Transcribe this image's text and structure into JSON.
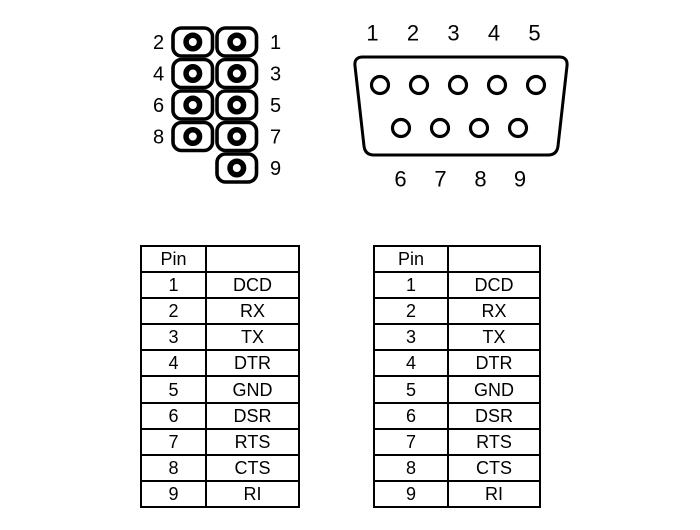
{
  "colors": {
    "ink": "#000000",
    "paper": "#ffffff"
  },
  "header_connector": {
    "description": "10-pin header pinout",
    "left_pin_labels": [
      "2",
      "4",
      "6",
      "8"
    ],
    "right_pin_labels": [
      "1",
      "3",
      "5",
      "7",
      "9"
    ]
  },
  "db9_connector": {
    "description": "DB9 connector pinout",
    "top_pin_labels": [
      "1",
      "2",
      "3",
      "4",
      "5"
    ],
    "bottom_pin_labels": [
      "6",
      "7",
      "8",
      "9"
    ]
  },
  "pin_table_left": {
    "header": {
      "pin": "Pin",
      "signal": ""
    },
    "rows": [
      {
        "pin": "1",
        "signal": "DCD"
      },
      {
        "pin": "2",
        "signal": "RX"
      },
      {
        "pin": "3",
        "signal": "TX"
      },
      {
        "pin": "4",
        "signal": "DTR"
      },
      {
        "pin": "5",
        "signal": "GND"
      },
      {
        "pin": "6",
        "signal": "DSR"
      },
      {
        "pin": "7",
        "signal": "RTS"
      },
      {
        "pin": "8",
        "signal": "CTS"
      },
      {
        "pin": "9",
        "signal": "RI"
      }
    ]
  },
  "pin_table_right": {
    "header": {
      "pin": "Pin",
      "signal": ""
    },
    "rows": [
      {
        "pin": "1",
        "signal": "DCD"
      },
      {
        "pin": "2",
        "signal": "RX"
      },
      {
        "pin": "3",
        "signal": "TX"
      },
      {
        "pin": "4",
        "signal": "DTR"
      },
      {
        "pin": "5",
        "signal": "GND"
      },
      {
        "pin": "6",
        "signal": "DSR"
      },
      {
        "pin": "7",
        "signal": "RTS"
      },
      {
        "pin": "8",
        "signal": "CTS"
      },
      {
        "pin": "9",
        "signal": "RI"
      }
    ]
  }
}
